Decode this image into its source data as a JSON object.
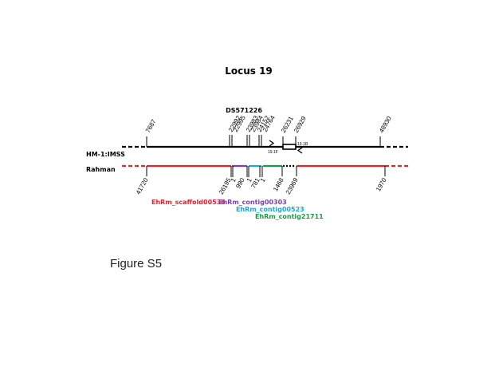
{
  "title": "Locus 19",
  "caption": "Figure S5",
  "scaffold_label": "DS571226",
  "tracks": {
    "top_label": "HM-1:IMSS",
    "bottom_label": "Rahman"
  },
  "top_coords": [
    "7687",
    "22992",
    "22995",
    "23983",
    "23984",
    "24152",
    "24764",
    "26231",
    "26929",
    "48930"
  ],
  "primers": {
    "forward": "19.1F",
    "reverse": "19.1R"
  },
  "bottom_coords": [
    "41720",
    "26195",
    "1",
    "990",
    "1",
    "781",
    "1",
    "1468",
    "23969",
    "1970"
  ],
  "contigs": [
    {
      "name": "EhRm_scaffold00536",
      "color": "#e8212a"
    },
    {
      "name": "EhRm_contig00303",
      "color": "#7a3fb0"
    },
    {
      "name": "EhRm_contig00523",
      "color": "#1aa8d8"
    },
    {
      "name": "EhRm_contig21711",
      "color": "#1a9a4a"
    }
  ],
  "colors": {
    "top_line": "#000000",
    "scaffold_red": "#e8212a",
    "contig_purple": "#7a3fb0",
    "contig_cyan": "#1aa8d8",
    "contig_green": "#1a9a4a"
  }
}
